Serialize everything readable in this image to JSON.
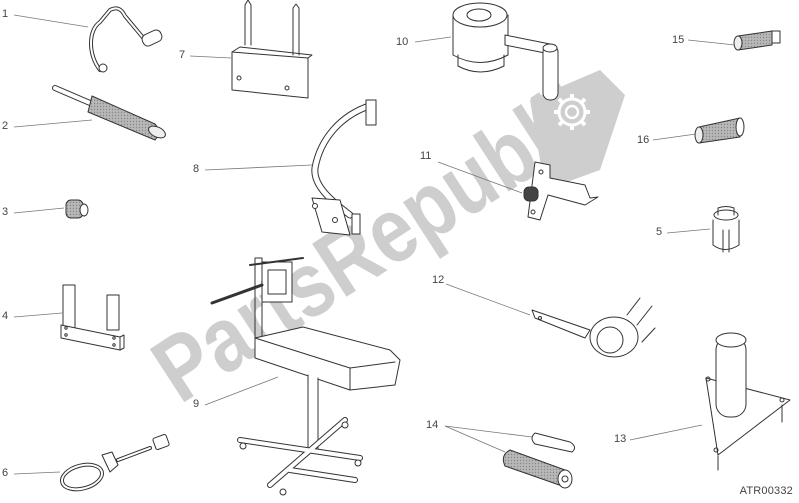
{
  "diagram": {
    "type": "parts-illustration",
    "watermark": "PartsRepublik",
    "drawing_code": "ATR00332",
    "colors": {
      "line": "#333333",
      "leader": "#777777",
      "watermark": "#c9c9c9",
      "background": "#ffffff"
    },
    "parts": [
      {
        "ref": "1",
        "label": "1",
        "shape": "hooked-crank-bar"
      },
      {
        "ref": "2",
        "label": "2",
        "shape": "knurled-handle-pin"
      },
      {
        "ref": "3",
        "label": "3",
        "shape": "small-sleeve"
      },
      {
        "ref": "4",
        "label": "4",
        "shape": "u-bracket-plate"
      },
      {
        "ref": "5",
        "label": "5",
        "shape": "slotted-socket"
      },
      {
        "ref": "6",
        "label": "6",
        "shape": "strap-filter-wrench"
      },
      {
        "ref": "7",
        "label": "7",
        "shape": "plate-with-two-pins"
      },
      {
        "ref": "8",
        "label": "8",
        "shape": "curved-support-arm"
      },
      {
        "ref": "9",
        "label": "9",
        "shape": "engine-stand-with-tray"
      },
      {
        "ref": "10",
        "label": "10",
        "shape": "ring-tool-with-lever"
      },
      {
        "ref": "11",
        "label": "11",
        "shape": "bracket-with-knob"
      },
      {
        "ref": "12",
        "label": "12",
        "shape": "ring-holder-with-pins"
      },
      {
        "ref": "13",
        "label": "13",
        "shape": "triangular-base-tool"
      },
      {
        "ref": "14",
        "label": "14",
        "shape": "pin-and-knurled-sleeve"
      },
      {
        "ref": "15",
        "label": "15",
        "shape": "knurled-threaded-pin"
      },
      {
        "ref": "16",
        "label": "16",
        "shape": "knurled-pin"
      }
    ]
  }
}
